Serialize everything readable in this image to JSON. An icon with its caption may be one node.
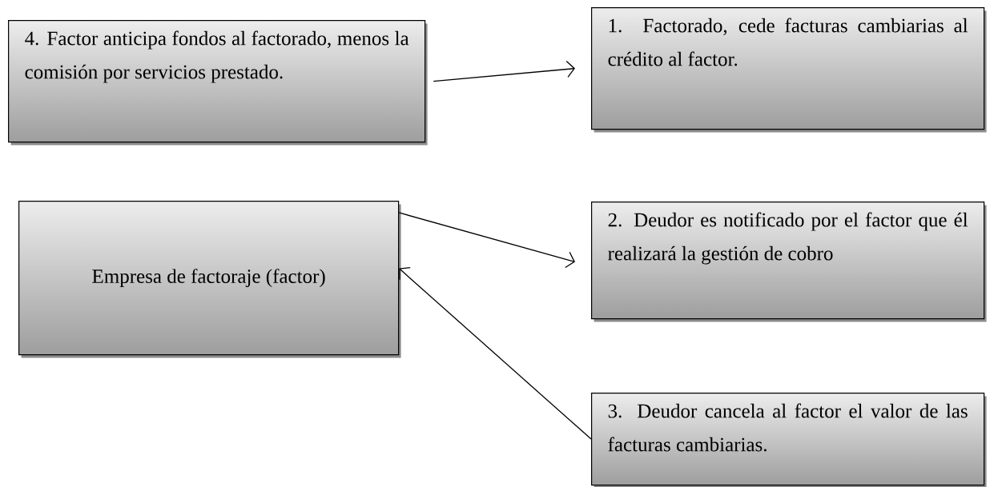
{
  "diagram": {
    "nodes": [
      {
        "text": [
          "4. Factor anticipa fondos al factorado, menos la comisión por servicios prestado."
        ]
      },
      {
        "text": [
          "1. Factorado, cede facturas cambiarias al crédito al factor."
        ]
      },
      {
        "text": [
          "Empresa de factoraje (factor)"
        ]
      },
      {
        "text": [
          "2. Deudor es notificado por el factor que él realizará la gestión de cobro"
        ]
      },
      {
        "text": [
          "3. Deudor cancela al factor el valor de las facturas cambiarias."
        ]
      }
    ],
    "edges": [
      {
        "from": 0,
        "to": 1,
        "arrow": "to"
      },
      {
        "from": 2,
        "to": 3,
        "arrow": "to"
      },
      {
        "from": 4,
        "to": 2,
        "arrow": "to"
      }
    ]
  }
}
